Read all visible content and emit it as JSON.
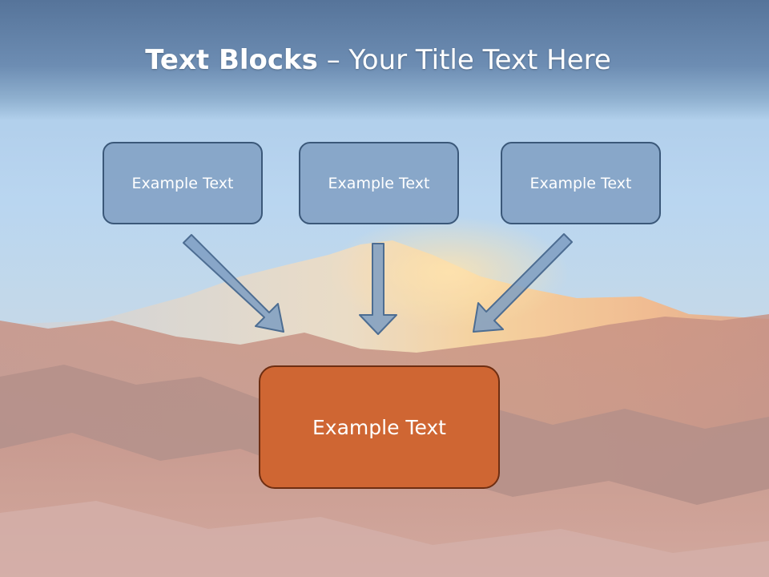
{
  "slide": {
    "title_strong": "Text Blocks",
    "title_separator": " – ",
    "title_rest": "Your Title Text Here"
  },
  "blocks": {
    "top_left": "Example Text",
    "top_center": "Example Text",
    "top_right": "Example Text",
    "bottom": "Example Text"
  },
  "colors": {
    "header": "#6d8db3",
    "small_block_fill": "#82a0c4",
    "small_block_border": "#3b5879",
    "large_block_fill": "#cf6633",
    "large_block_border": "#6e2e12",
    "arrow_fill": "#7e9ec2",
    "arrow_stroke": "#4d6d92"
  }
}
